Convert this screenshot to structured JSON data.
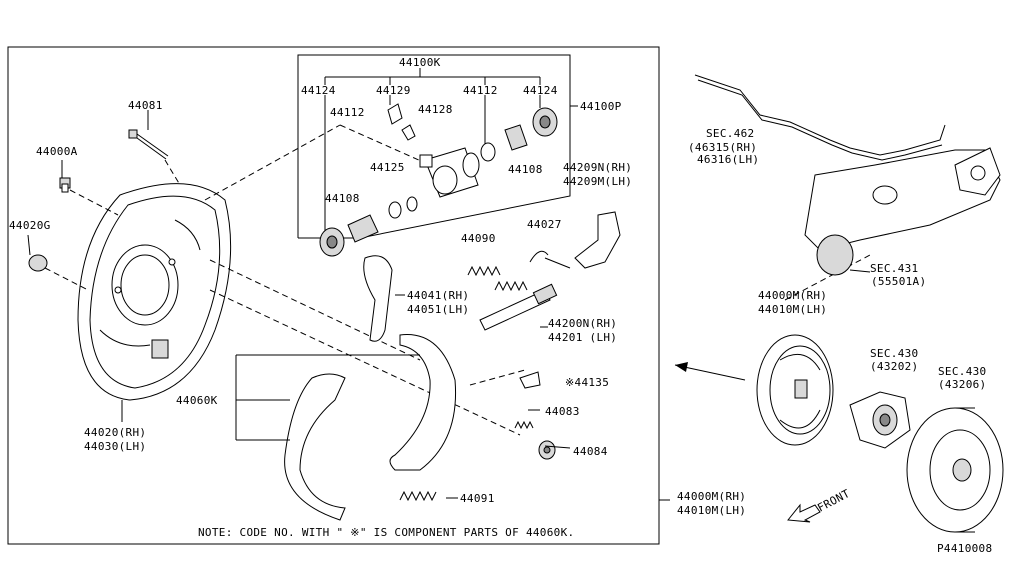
{
  "note": "NOTE: CODE NO. WITH \"  ※\" IS COMPONENT PARTS OF 44060K.",
  "diagram_id": "P4410008",
  "front_label": "FRONT",
  "labels": {
    "p44100K": "44100K",
    "p44124_left": "44124",
    "p44129": "44129",
    "p44112_left": "44112",
    "p44128": "44128",
    "p44112_right": "44112",
    "p44124_right": "44124",
    "p44100P": "44100P",
    "p44081": "44081",
    "p44000A": "44000A",
    "p44125": "44125",
    "p44108_right": "44108",
    "p44209N": "44209N(RH)",
    "p44209M": "44209M(LH)",
    "p44108_left": "44108",
    "p44020G": "44020G",
    "p44027": "44027",
    "p44090": "44090",
    "p44041": "44041(RH)",
    "p44051": "44051(LH)",
    "p44200N": "44200N(RH)",
    "p44201": "44201  (LH)",
    "p44135": "※44135",
    "p44060K": "44060K",
    "p44083": "44083",
    "p44020RH": "44020(RH)",
    "p44030LH": "44030(LH)",
    "p44084": "44084",
    "p44091": "44091",
    "p44000M_bottom": "44000M(RH)",
    "p44010M_bottom": "44010M(LH)",
    "sec462": "SEC.462",
    "p46315": "(46315(RH)",
    "p46316": "46316(LH)",
    "sec431": "SEC.431",
    "p55501A": "(55501A)",
    "p44000M_right": "44000M(RH)",
    "p44010M_right": "44010M(LH)",
    "sec430_a": "SEC.430",
    "p43202": "(43202)",
    "sec430_b": "SEC.430",
    "p43206": "(43206)"
  }
}
